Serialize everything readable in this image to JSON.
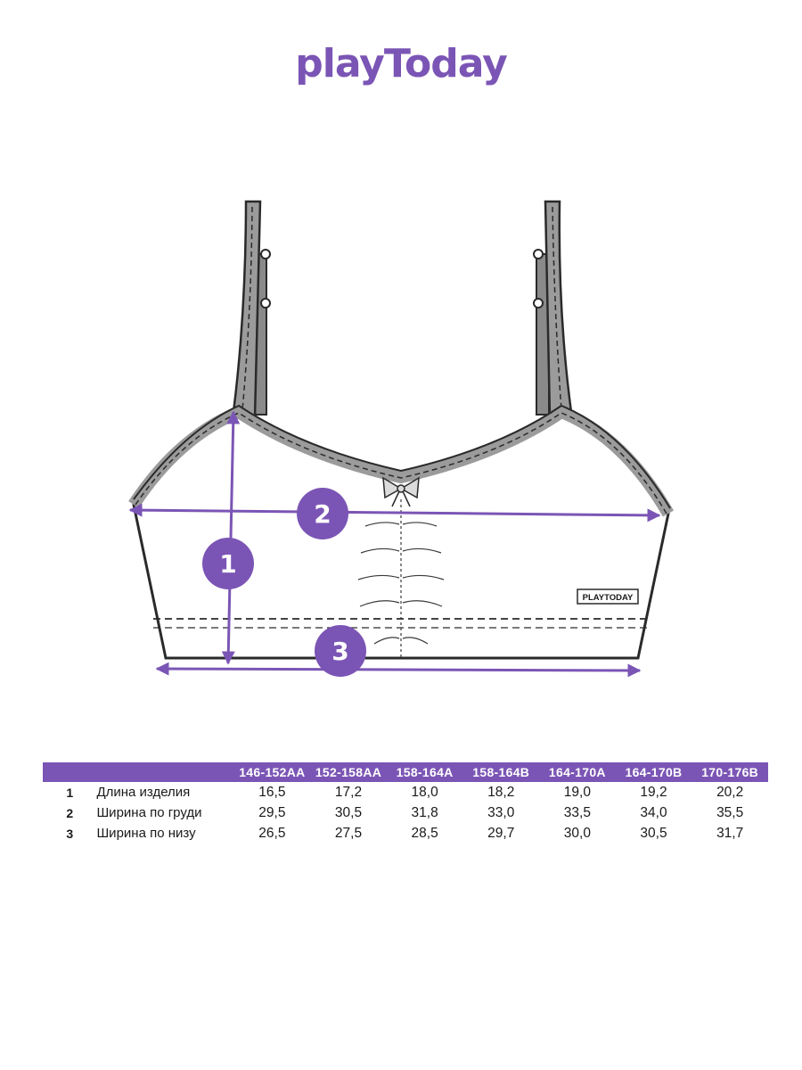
{
  "brand": {
    "logo_text": "playToday"
  },
  "garment": {
    "tag_text": "PLAYTODAY",
    "markers": [
      "1",
      "2",
      "3"
    ],
    "colors": {
      "accent": "#7b55b5",
      "trim": "#9b9b9b",
      "outline": "#2a2a2a"
    }
  },
  "size_table": {
    "columns": [
      "146-152AA",
      "152-158AA",
      "158-164A",
      "158-164B",
      "164-170A",
      "164-170B",
      "170-176B"
    ],
    "rows": [
      {
        "num": "1",
        "label": "Длина изделия",
        "values": [
          "16,5",
          "17,2",
          "18,0",
          "18,2",
          "19,0",
          "19,2",
          "20,2"
        ]
      },
      {
        "num": "2",
        "label": "Ширина по груди",
        "values": [
          "29,5",
          "30,5",
          "31,8",
          "33,0",
          "33,5",
          "34,0",
          "35,5"
        ]
      },
      {
        "num": "3",
        "label": "Ширина по низу",
        "values": [
          "26,5",
          "27,5",
          "28,5",
          "29,7",
          "30,0",
          "30,5",
          "31,7"
        ]
      }
    ]
  }
}
